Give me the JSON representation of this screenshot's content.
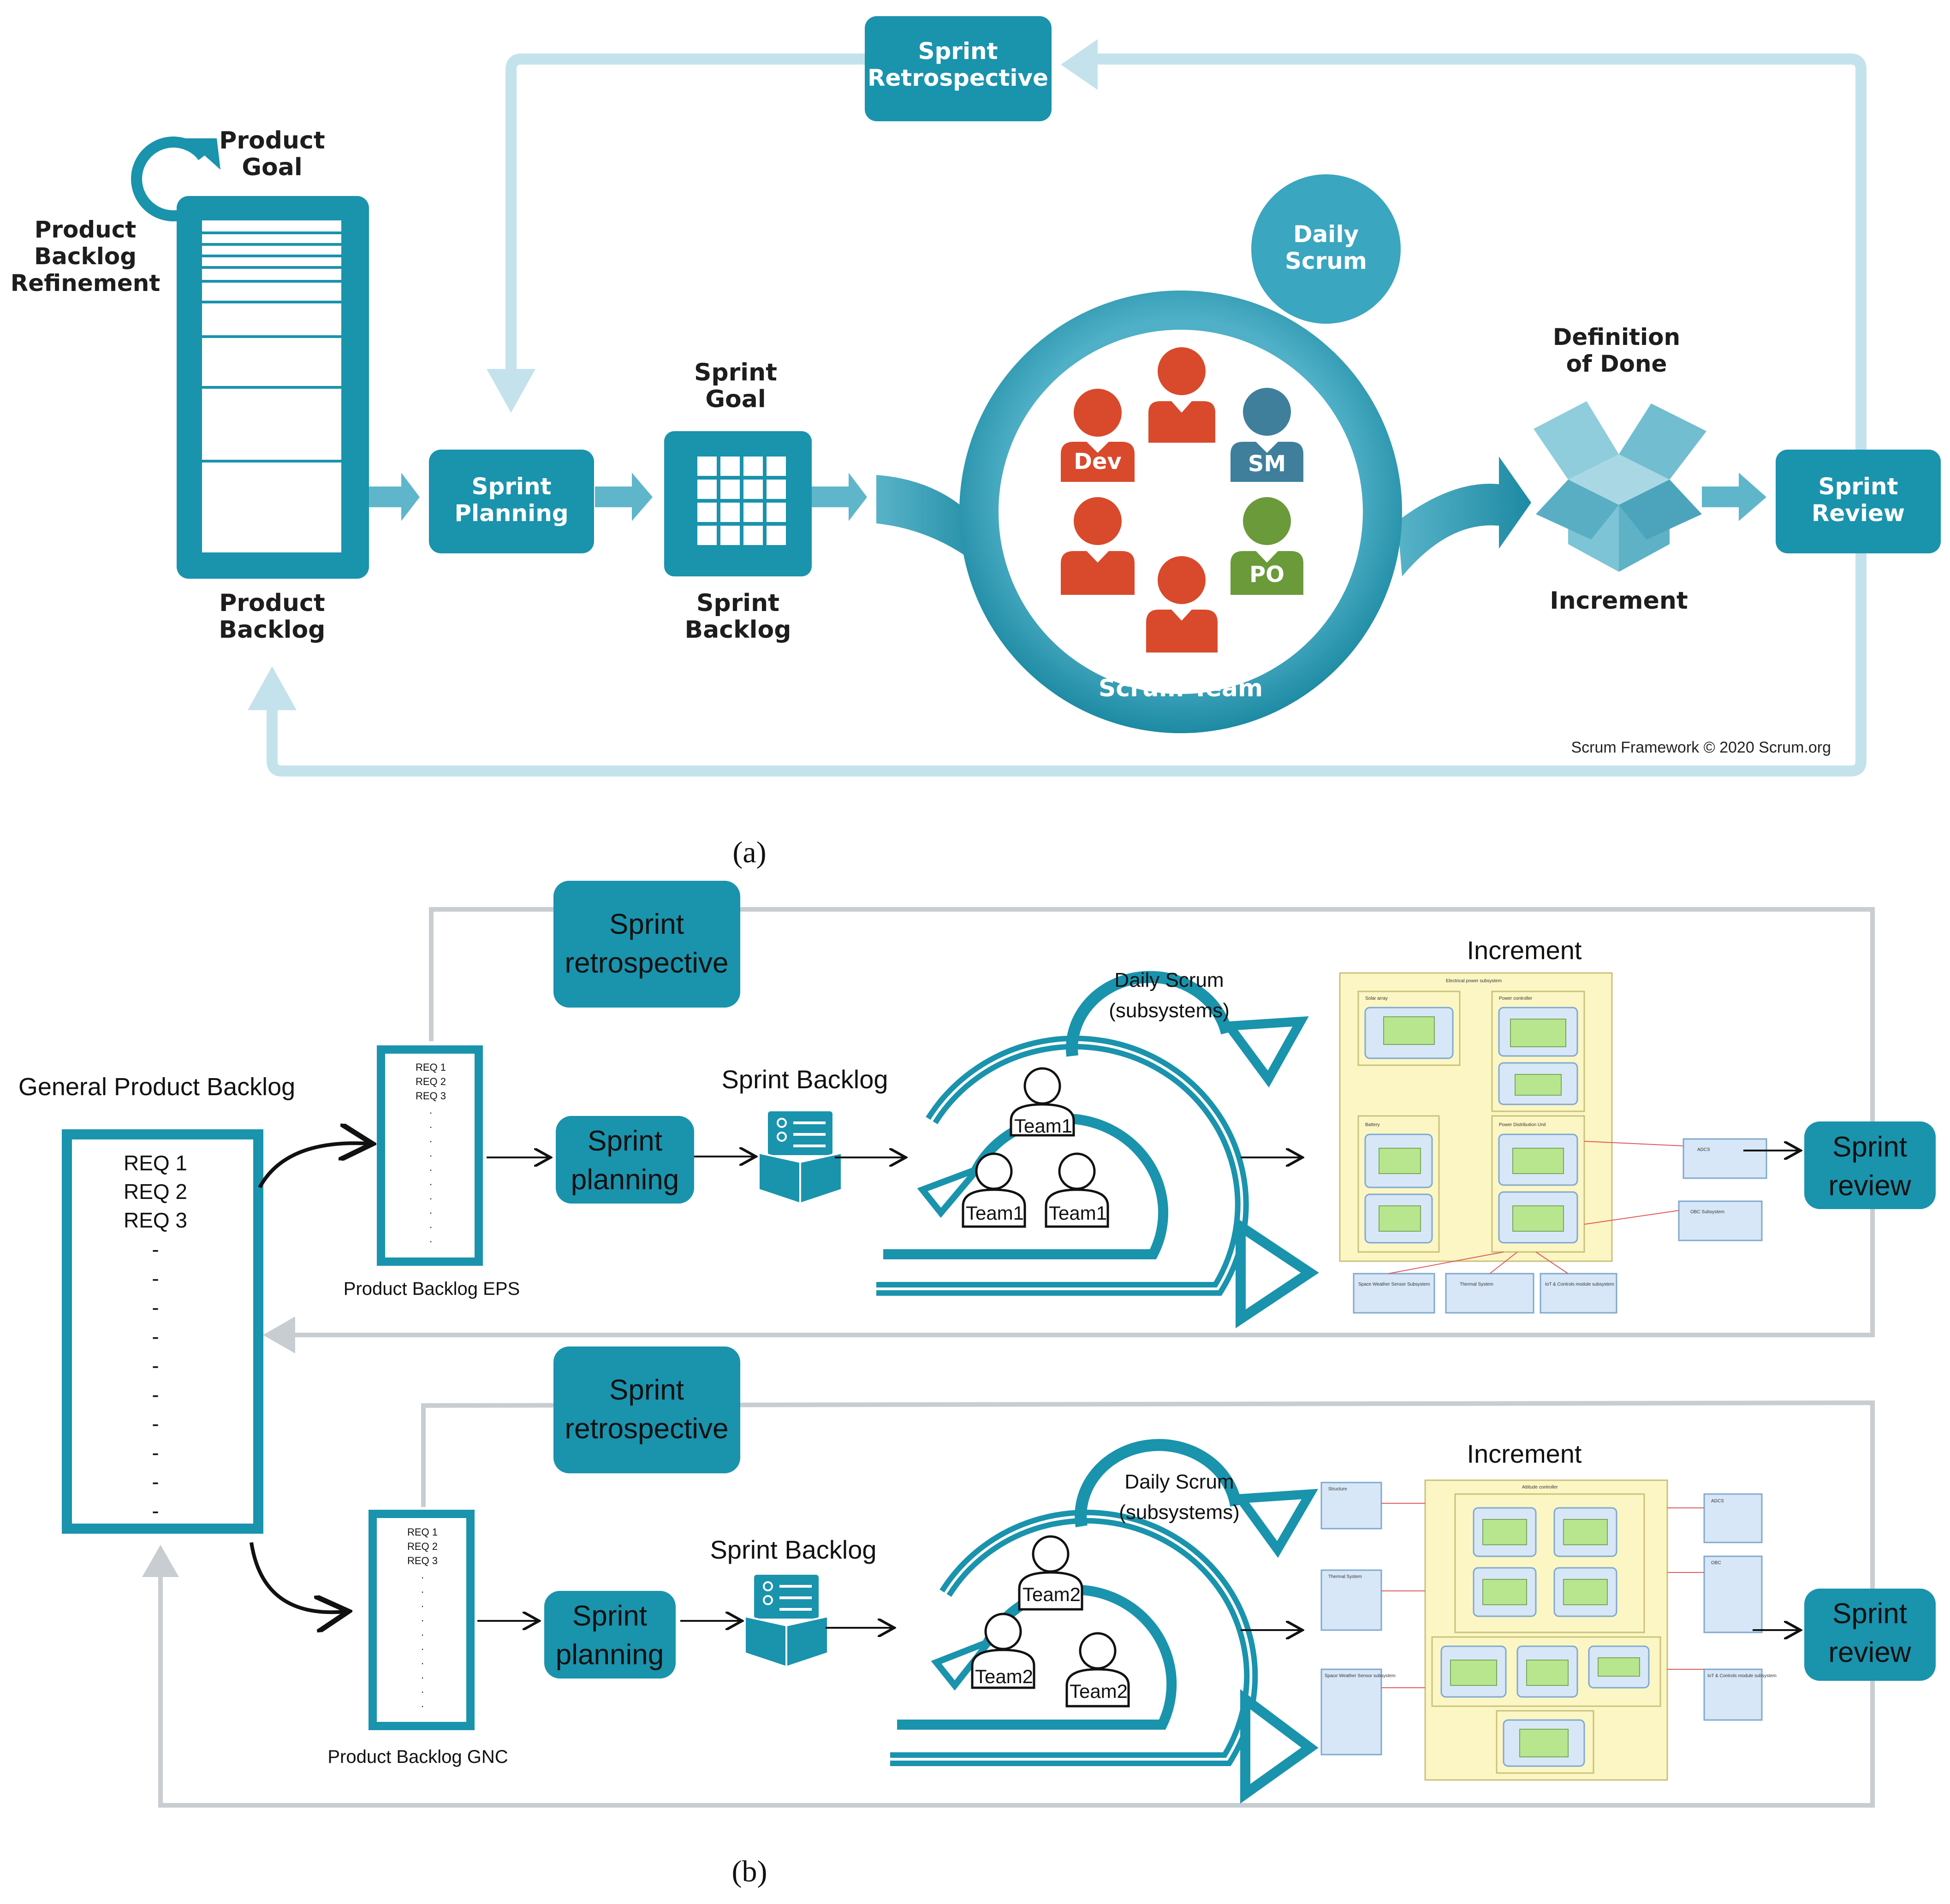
{
  "colors": {
    "teal": "#1a93ad",
    "teal_dark": "#147e96",
    "teal_light": "#cfe7ef",
    "arrow_light": "#c4e2ec",
    "dev_red": "#d84a2b",
    "sm_blue": "#3f7f9c",
    "po_green": "#6b9a3a",
    "gray_line": "#c8cdd2",
    "yellow_panel": "#fbf6c4",
    "blue_box": "#d7e7f7",
    "green_box": "#b8e68e"
  },
  "panel_a": {
    "product_goal": [
      "Product",
      "Goal"
    ],
    "backlog_refinement": [
      "Product",
      "Backlog",
      "Refinement"
    ],
    "product_backlog": [
      "Product",
      "Backlog"
    ],
    "sprint_planning": [
      "Sprint",
      "Planning"
    ],
    "sprint_goal": [
      "Sprint",
      "Goal"
    ],
    "sprint_backlog": [
      "Sprint",
      "Backlog"
    ],
    "daily_scrum": [
      "Daily",
      "Scrum"
    ],
    "scrum_team": "Scrum Team",
    "roles": {
      "dev": "Dev",
      "sm": "SM",
      "po": "PO"
    },
    "definition_of_done": [
      "Definition",
      "of Done"
    ],
    "increment": "Increment",
    "sprint_review": [
      "Sprint",
      "Review"
    ],
    "sprint_retrospective": [
      "Sprint",
      "Retrospective"
    ],
    "copyright": "Scrum Framework © 2020 Scrum.org",
    "caption": "(a)"
  },
  "panel_b": {
    "general_backlog_title": "General Product Backlog",
    "general_backlog_items": [
      "REQ 1",
      "REQ 2",
      "REQ 3",
      "-",
      "-",
      "-",
      "-",
      "-",
      "-",
      "-",
      "-",
      "-",
      "-"
    ],
    "caption": "(b)",
    "rows": [
      {
        "retrospective": [
          "Sprint",
          "retrospective"
        ],
        "backlog_items": [
          "REQ 1",
          "REQ 2",
          "REQ 3",
          ".",
          ".",
          ".",
          ".",
          ".",
          ".",
          ".",
          ".",
          ".",
          "."
        ],
        "backlog_label": "Product Backlog EPS",
        "planning": [
          "Sprint",
          "planning"
        ],
        "sprint_backlog": "Sprint Backlog",
        "daily_scrum": [
          "Daily Scrum",
          "(subsystems)"
        ],
        "team_labels": [
          "Team1",
          "Team1",
          "Team1"
        ],
        "increment": "Increment",
        "review": [
          "Sprint",
          "review"
        ],
        "model_boxes": [
          "Electrical power subsystem",
          "Solar array",
          "Power controller",
          "Battery",
          "Power Distribution Unit",
          "Space Weather Sensor Subsystem",
          "Thermal System",
          "IoT & Controls module subsystem",
          "ADCS",
          "OBC Subsystem"
        ]
      },
      {
        "retrospective": [
          "Sprint",
          "retrospective"
        ],
        "backlog_items": [
          "REQ 1",
          "REQ 2",
          "REQ 3",
          ".",
          ".",
          ".",
          ".",
          ".",
          ".",
          ".",
          ".",
          ".",
          "."
        ],
        "backlog_label": "Product Backlog GNC",
        "planning": [
          "Sprint",
          "planning"
        ],
        "sprint_backlog": "Sprint Backlog",
        "daily_scrum": [
          "Daily Scrum",
          "(subsystems)"
        ],
        "team_labels": [
          "Team2",
          "Team2",
          "Team2"
        ],
        "increment": "Increment",
        "review": [
          "Sprint",
          "review"
        ],
        "model_boxes": [
          "Attitude controller",
          "Structure",
          "Thermal System",
          "Space Weather Sensor subsystem",
          "ADCS",
          "OBC",
          "IoT & Controls module subsystem"
        ]
      }
    ]
  }
}
